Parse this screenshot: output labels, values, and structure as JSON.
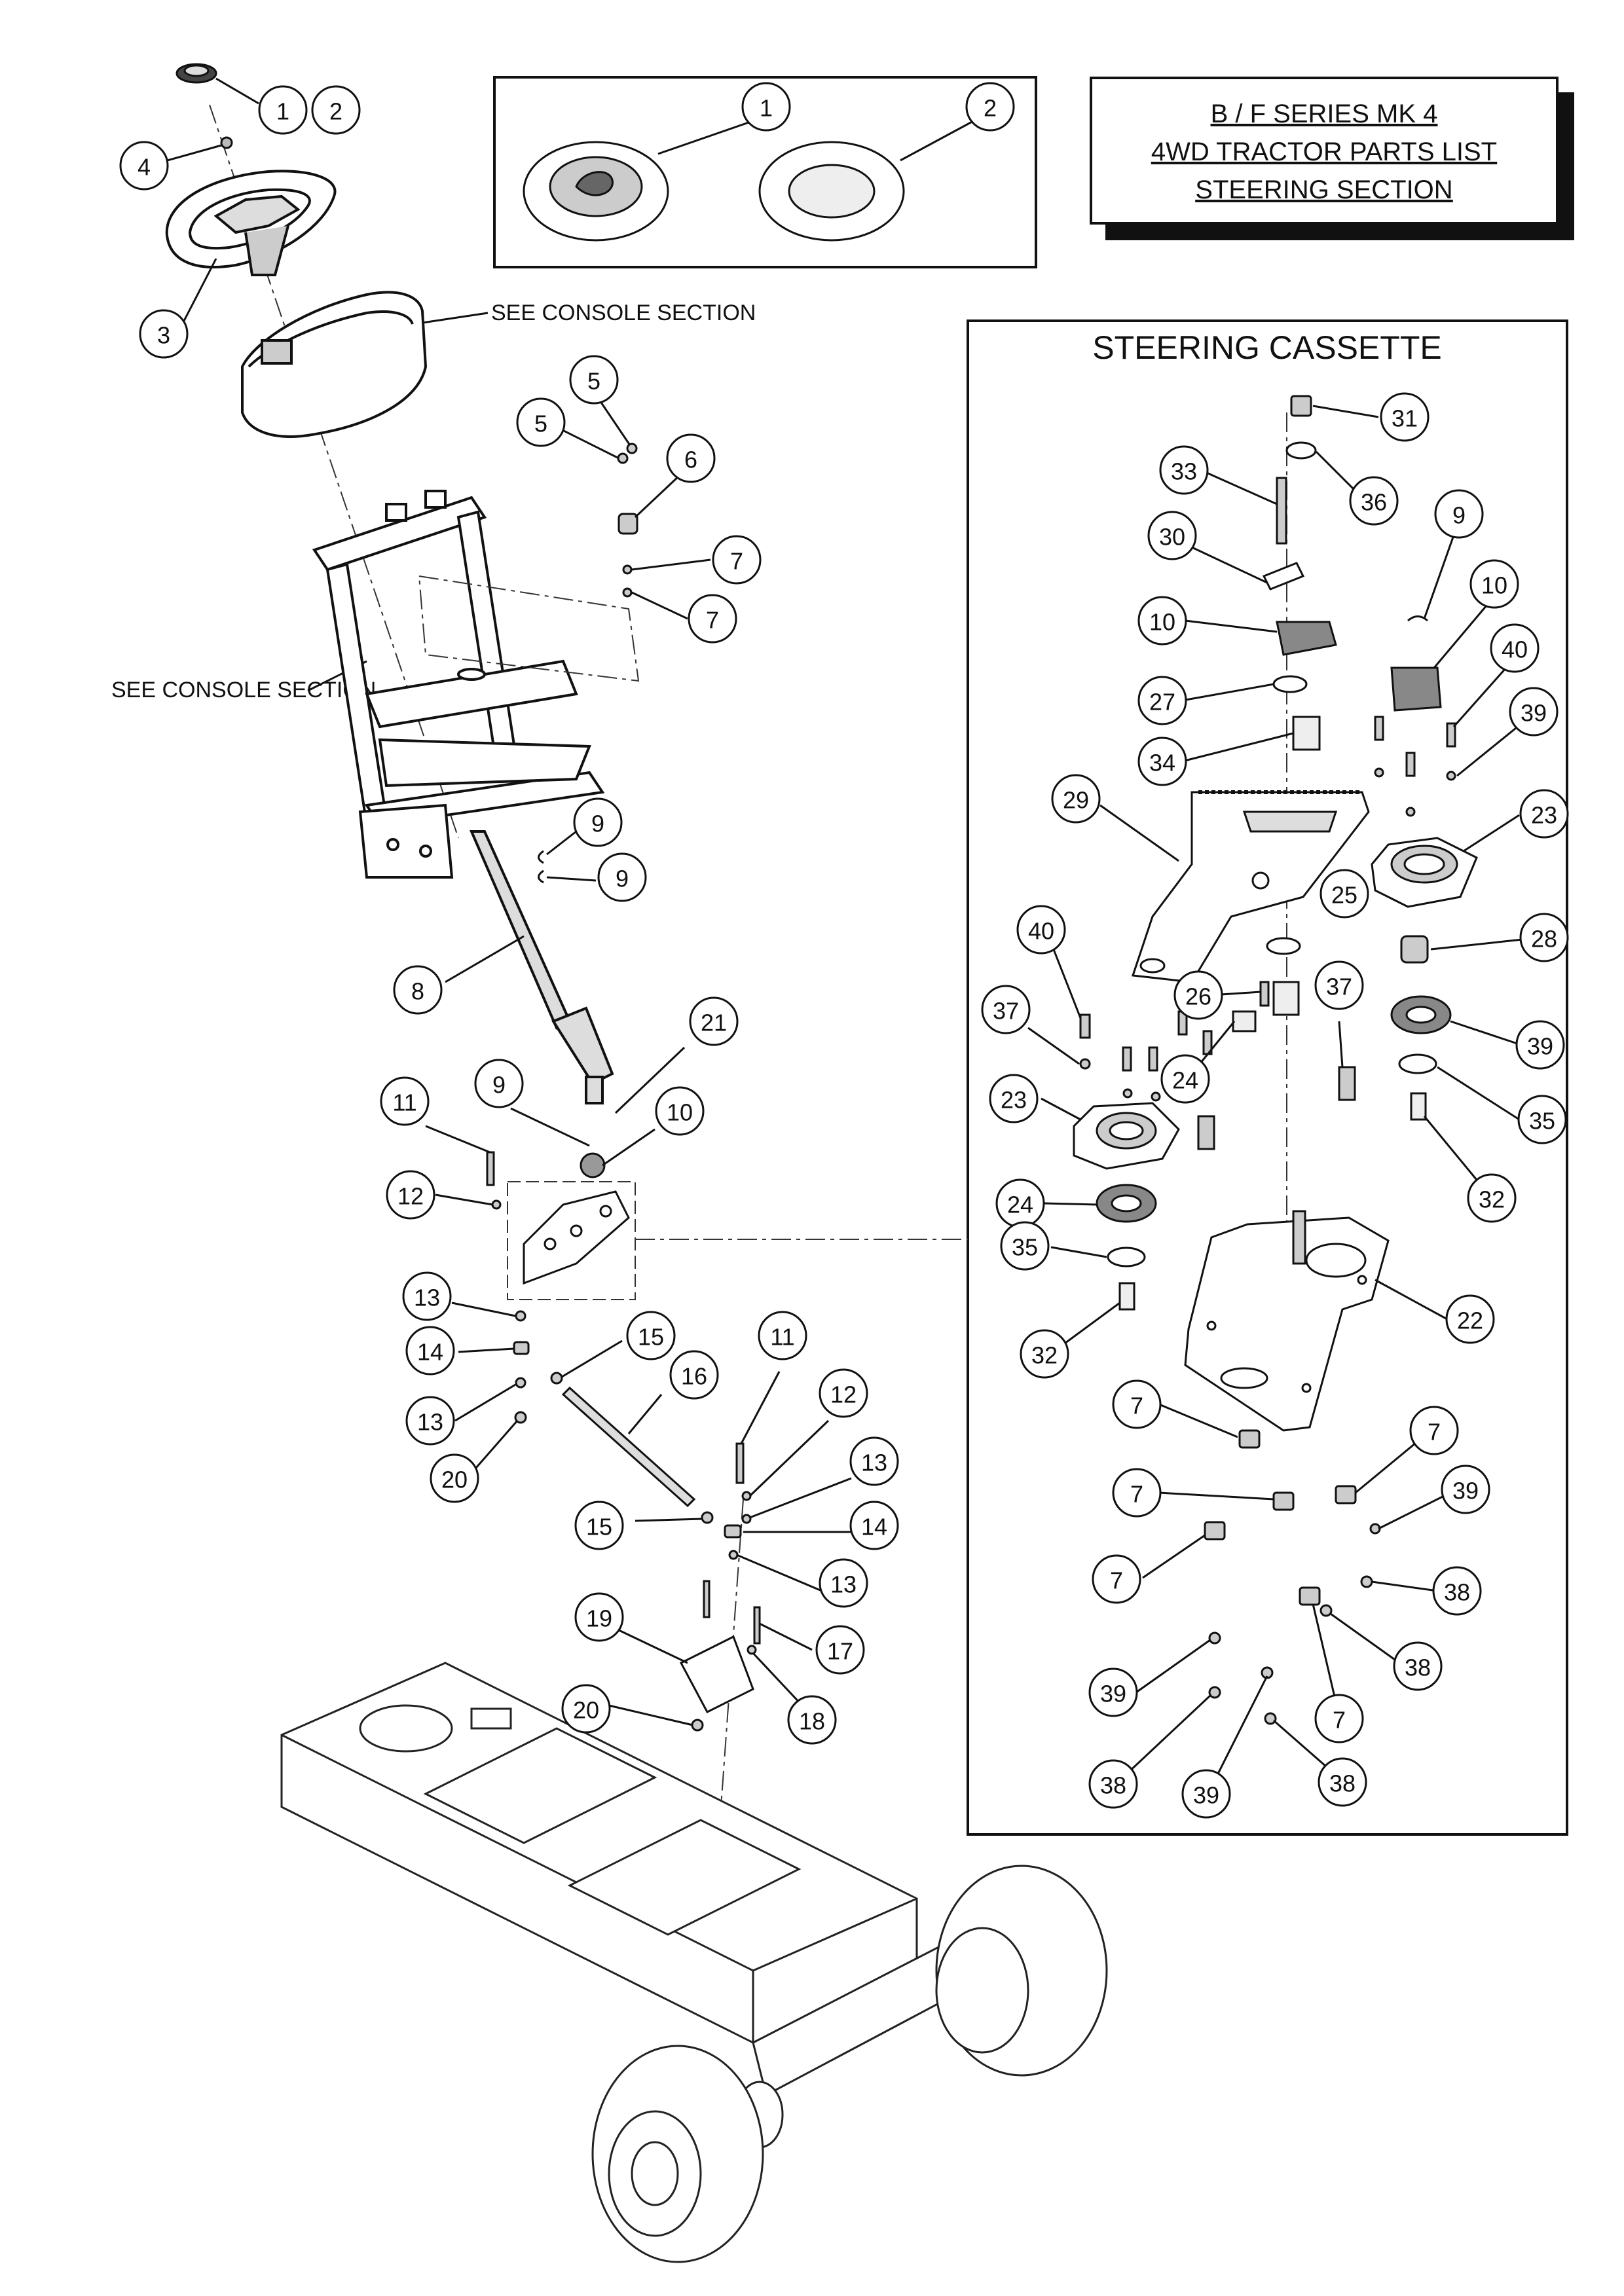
{
  "title": {
    "line1": "B / F SERIES MK 4",
    "line2": "4WD TRACTOR PARTS LIST",
    "line3": "STEERING SECTION"
  },
  "labels": {
    "see_console_1": "SEE CONSOLE SECTION",
    "see_console_2": "SEE CONSOLE SECTION",
    "cassette_title": "STEERING CASSETTE"
  },
  "callouts": [
    {
      "n": "1"
    },
    {
      "n": "2"
    },
    {
      "n": "4"
    },
    {
      "n": "3"
    },
    {
      "n": "5"
    },
    {
      "n": "5"
    },
    {
      "n": "6"
    },
    {
      "n": "7"
    },
    {
      "n": "7"
    },
    {
      "n": "9"
    },
    {
      "n": "9"
    },
    {
      "n": "8"
    },
    {
      "n": "21"
    },
    {
      "n": "11"
    },
    {
      "n": "9"
    },
    {
      "n": "10"
    },
    {
      "n": "12"
    },
    {
      "n": "13"
    },
    {
      "n": "14"
    },
    {
      "n": "15"
    },
    {
      "n": "13"
    },
    {
      "n": "16"
    },
    {
      "n": "20"
    },
    {
      "n": "11"
    },
    {
      "n": "12"
    },
    {
      "n": "13"
    },
    {
      "n": "15"
    },
    {
      "n": "14"
    },
    {
      "n": "13"
    },
    {
      "n": "19"
    },
    {
      "n": "17"
    },
    {
      "n": "20"
    },
    {
      "n": "18"
    },
    {
      "n": "1"
    },
    {
      "n": "2"
    },
    {
      "n": "31"
    },
    {
      "n": "33"
    },
    {
      "n": "36"
    },
    {
      "n": "30"
    },
    {
      "n": "9"
    },
    {
      "n": "10"
    },
    {
      "n": "10"
    },
    {
      "n": "40"
    },
    {
      "n": "27"
    },
    {
      "n": "39"
    },
    {
      "n": "34"
    },
    {
      "n": "29"
    },
    {
      "n": "23"
    },
    {
      "n": "25"
    },
    {
      "n": "28"
    },
    {
      "n": "40"
    },
    {
      "n": "26"
    },
    {
      "n": "37"
    },
    {
      "n": "39"
    },
    {
      "n": "24"
    },
    {
      "n": "37"
    },
    {
      "n": "23"
    },
    {
      "n": "35"
    },
    {
      "n": "24"
    },
    {
      "n": "32"
    },
    {
      "n": "35"
    },
    {
      "n": "22"
    },
    {
      "n": "32"
    },
    {
      "n": "7"
    },
    {
      "n": "7"
    },
    {
      "n": "7"
    },
    {
      "n": "39"
    },
    {
      "n": "7"
    },
    {
      "n": "38"
    },
    {
      "n": "38"
    },
    {
      "n": "39"
    },
    {
      "n": "7"
    },
    {
      "n": "38"
    },
    {
      "n": "39"
    },
    {
      "n": "38"
    }
  ]
}
